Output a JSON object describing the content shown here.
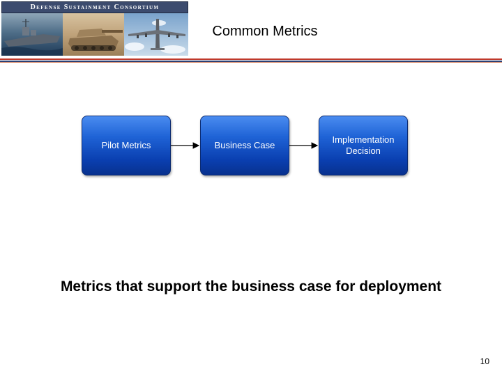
{
  "banner": {
    "title": "Defense Sustainment Consortium"
  },
  "slide": {
    "title": "Common Metrics",
    "caption": "Metrics that support the business case for deployment",
    "page_number": "10"
  },
  "flow": {
    "nodes": [
      {
        "label": "Pilot Metrics"
      },
      {
        "label": "Business Case"
      },
      {
        "label": "Implementation\nDecision"
      }
    ]
  },
  "colors": {
    "node_fill": "#1f63d6",
    "rule_red": "#c0392b",
    "rule_blue": "#2b3f73",
    "banner_bar": "#3c4b6e"
  }
}
